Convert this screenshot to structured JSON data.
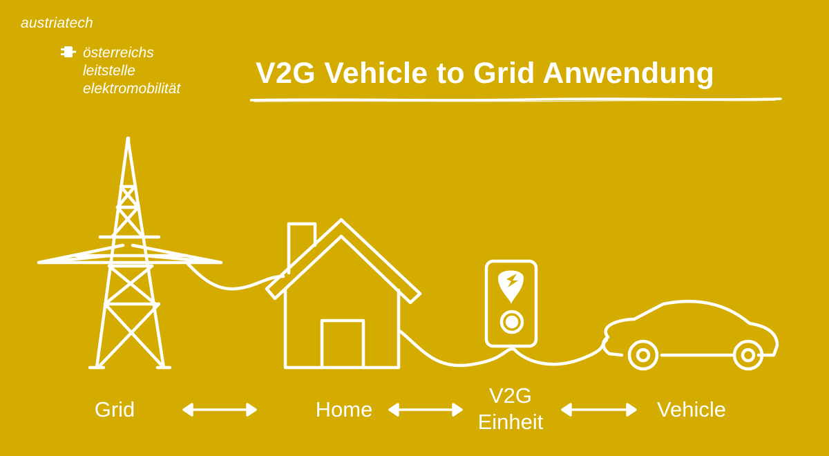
{
  "header": {
    "logo": {
      "brand": "austriatech",
      "sub_lines": [
        "österreichs",
        "leitstelle",
        "elektromobilität"
      ],
      "icon": "plug-icon"
    },
    "title": "V2G Vehicle to Grid Anwendung"
  },
  "diagram": {
    "nodes": [
      {
        "id": "grid",
        "label": "Grid",
        "icon": "power-tower-icon"
      },
      {
        "id": "home",
        "label": "Home",
        "icon": "house-icon"
      },
      {
        "id": "v2g",
        "label_lines": [
          "V2G",
          "Einheit"
        ],
        "icon": "charging-station-icon"
      },
      {
        "id": "vehicle",
        "label": "Vehicle",
        "icon": "car-icon"
      }
    ],
    "edges": [
      {
        "from": "grid",
        "to": "home",
        "type": "bidirectional-arrow"
      },
      {
        "from": "home",
        "to": "v2g",
        "type": "bidirectional-arrow"
      },
      {
        "from": "v2g",
        "to": "vehicle",
        "type": "bidirectional-arrow"
      }
    ]
  },
  "colors": {
    "background": "#D4AC00",
    "foreground": "#FFFFFF"
  }
}
